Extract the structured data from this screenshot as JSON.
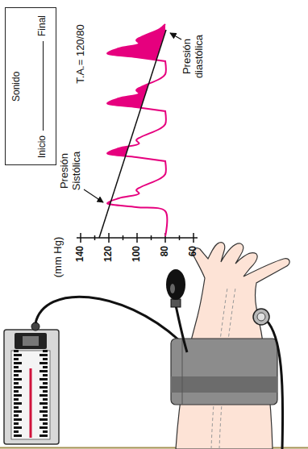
{
  "diagram": {
    "nodes": [
      {
        "text": [
          "Sonido",
          "Inicio",
          "Final"
        ]
      }
    ],
    "labels": [
      "Presión Sistólica",
      "T.A.= 120/80",
      "Presión diastólica",
      "(mm Hg)",
      "140",
      "120",
      "100",
      "80",
      "60"
    ]
  }
}
